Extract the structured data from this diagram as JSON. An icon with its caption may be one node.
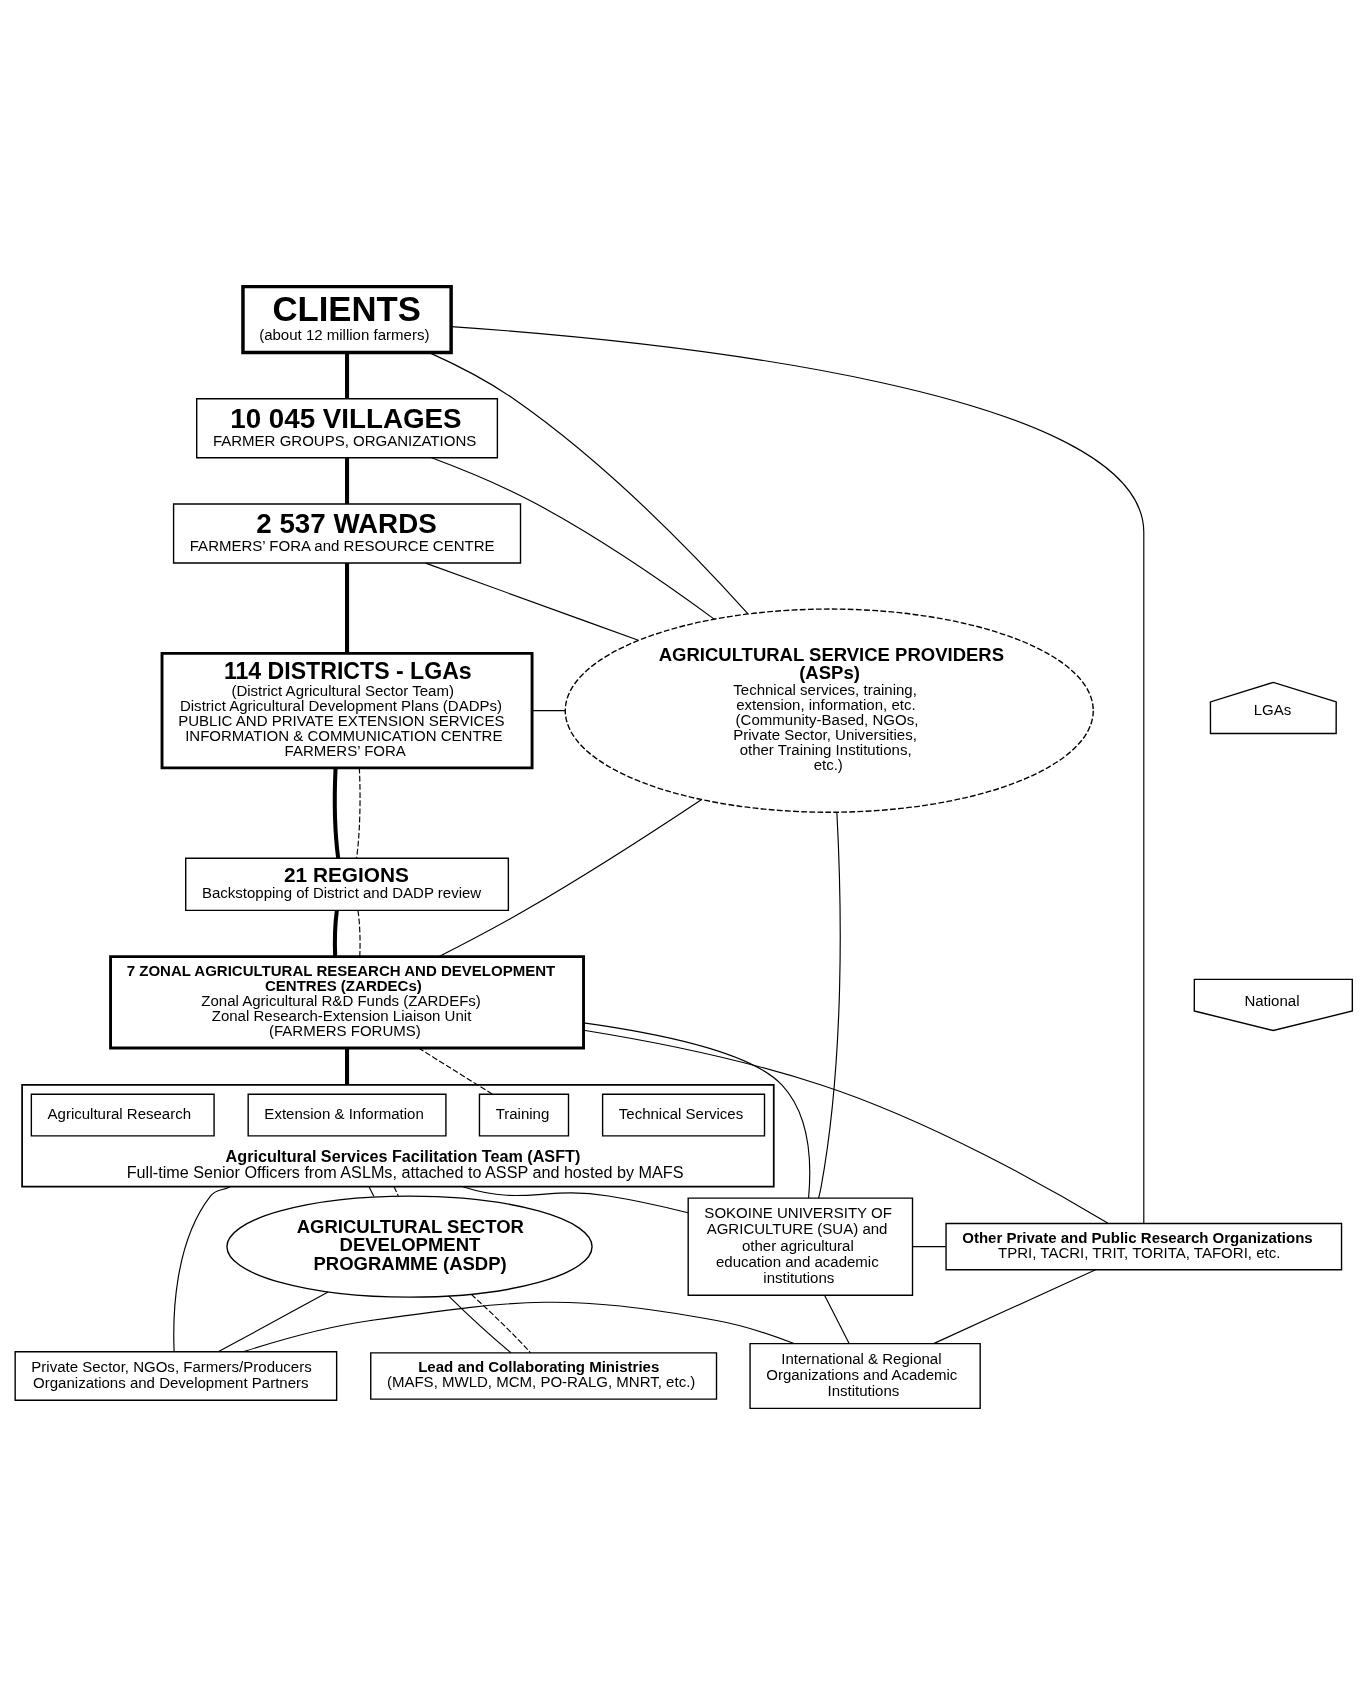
{
  "diagram": {
    "nodes": [
      {
        "text": [
          "CLIENTS",
          "(about 12 million farmers)"
        ]
      },
      {
        "text": [
          "10 045 VILLAGES",
          "FARMER GROUPS, ORGANIZATIONS"
        ]
      },
      {
        "text": [
          "2 537 WARDS",
          "FARMERS’ FORA and RESOURCE CENTRE"
        ]
      },
      {
        "text": [
          "114 DISTRICTS - LGAs",
          "(District Agricultural Sector Team)",
          "District Agricultural Development Plans (DADPs)",
          "PUBLIC AND PRIVATE EXTENSION SERVICES",
          "INFORMATION & COMMUNICATION CENTRE",
          "FARMERS’ FORA"
        ]
      },
      {
        "text": [
          "AGRICULTURAL SERVICE PROVIDERS (ASPs)",
          "Technical services, training, extension, information, etc.",
          "(Community-Based, NGOs, Private Sector, Universities, other Training Institutions, etc.)"
        ]
      },
      {
        "text": [
          "21 REGIONS",
          "Backstopping of District and DADP review"
        ]
      },
      {
        "text": [
          "7 ZONAL AGRICULTURAL RESEARCH AND DEVELOPMENT CENTRES (ZARDECs)",
          "Zonal Agricultural R&D Funds (ZARDEFs)",
          "Zonal Research-Extension Liaison Unit",
          "(FARMERS FORUMS)"
        ]
      },
      {
        "text": [
          "Agricultural Services Facilitation Team (ASFT)",
          "Full-time Senior Officers from ASLMs, attached to ASSP and hosted by MAFS"
        ]
      },
      {
        "text": [
          "Technical Services"
        ],
        "in": 7
      },
      {
        "text": [
          "Training"
        ],
        "in": 7
      },
      {
        "text": [
          "Extension & Information"
        ],
        "in": 7
      },
      {
        "text": [
          "Agricultural Research"
        ],
        "in": 7
      },
      {
        "text": [
          "SOKOINE UNIVERSITY OF AGRICULTURE (SUA) and other agricultural education and academic institutions"
        ]
      },
      {
        "text": [
          "Other Private and Public Research Organizations",
          "TPRI, TACRI, TRIT, TORITA, TAFORI, etc."
        ]
      },
      {
        "text": [
          "AGRICULTURAL SECTOR DEVELOPMENT PROGRAMME (ASDP)"
        ]
      },
      {
        "text": [
          "Lead and Collaborating Ministries",
          "(MAFS, MWLD, MCM, PO-RALG, MNRT, etc.)"
        ]
      },
      {
        "text": [
          "Private Sector, NGOs, Farmers/Producers Organizations and Development Partners"
        ]
      },
      {
        "text": [
          "International & Regional Organizations and Academic Institutions"
        ]
      },
      {
        "text": [
          "LGAs"
        ]
      },
      {
        "text": [
          "National"
        ]
      }
    ],
    "edges": [
      {
        "from": 0,
        "to": 1,
        "arrow": "none",
        "style": "thick"
      },
      {
        "from": 1,
        "to": 2,
        "arrow": "none",
        "style": "thick"
      },
      {
        "from": 2,
        "to": 3,
        "arrow": "none",
        "style": "thick"
      },
      {
        "from": 3,
        "to": 5,
        "arrow": "none",
        "style": "thick"
      },
      {
        "from": 5,
        "to": 6,
        "arrow": "none",
        "style": "thick"
      },
      {
        "from": 6,
        "to": 7,
        "arrow": "none",
        "style": "thick"
      },
      {
        "from": 0,
        "to": 4,
        "arrow": "none"
      },
      {
        "from": 1,
        "to": 4,
        "arrow": "none"
      },
      {
        "from": 2,
        "to": 4,
        "arrow": "none"
      },
      {
        "from": 3,
        "to": 4,
        "arrow": "none"
      },
      {
        "from": 0,
        "to": 13,
        "arrow": "none"
      },
      {
        "from": 4,
        "to": 6,
        "arrow": "none"
      },
      {
        "from": 4,
        "to": 12,
        "arrow": "none"
      },
      {
        "from": 6,
        "to": 12,
        "arrow": "none"
      },
      {
        "from": 6,
        "to": 13,
        "arrow": "none"
      },
      {
        "from": 7,
        "to": 12,
        "arrow": "none"
      },
      {
        "from": 12,
        "to": 13,
        "arrow": "none"
      },
      {
        "from": 7,
        "to": 14,
        "arrow": "none"
      },
      {
        "from": 7,
        "to": 16,
        "arrow": "none"
      },
      {
        "from": 14,
        "to": 15,
        "arrow": "none"
      },
      {
        "from": 14,
        "to": 16,
        "arrow": "none"
      },
      {
        "from": 16,
        "to": 17,
        "arrow": "none"
      },
      {
        "from": 12,
        "to": 17,
        "arrow": "none"
      },
      {
        "from": 13,
        "to": 17,
        "arrow": "none"
      },
      {
        "from": 3,
        "to": 5,
        "arrow": "none",
        "style": "dashed"
      },
      {
        "from": 5,
        "to": 6,
        "arrow": "none",
        "style": "dashed"
      },
      {
        "from": 6,
        "to": 9,
        "arrow": "none",
        "style": "dashed"
      },
      {
        "from": 7,
        "to": 14,
        "arrow": "none",
        "style": "dashed"
      },
      {
        "from": 14,
        "to": 15,
        "arrow": "none",
        "style": "dashed"
      }
    ]
  }
}
